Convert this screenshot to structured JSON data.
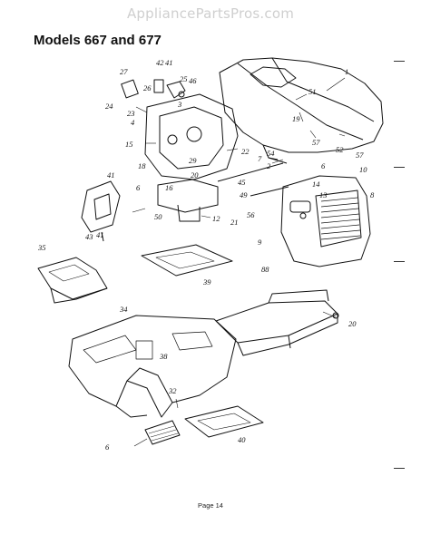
{
  "watermark": "AppliancePartsPros.com",
  "title": "Models 667 and 677",
  "page_label": "Page 14",
  "callouts": [
    "1",
    "51",
    "19",
    "57",
    "52",
    "57",
    "54",
    "2",
    "7",
    "6",
    "10",
    "13",
    "14",
    "8",
    "9",
    "56",
    "88",
    "27",
    "42",
    "41",
    "25",
    "46",
    "26",
    "24",
    "23",
    "3",
    "22",
    "29",
    "4",
    "15",
    "18",
    "20",
    "6",
    "16",
    "45",
    "49",
    "50",
    "12",
    "21",
    "41",
    "43",
    "41",
    "35",
    "39",
    "34",
    "38",
    "20",
    "32",
    "6",
    "40"
  ]
}
